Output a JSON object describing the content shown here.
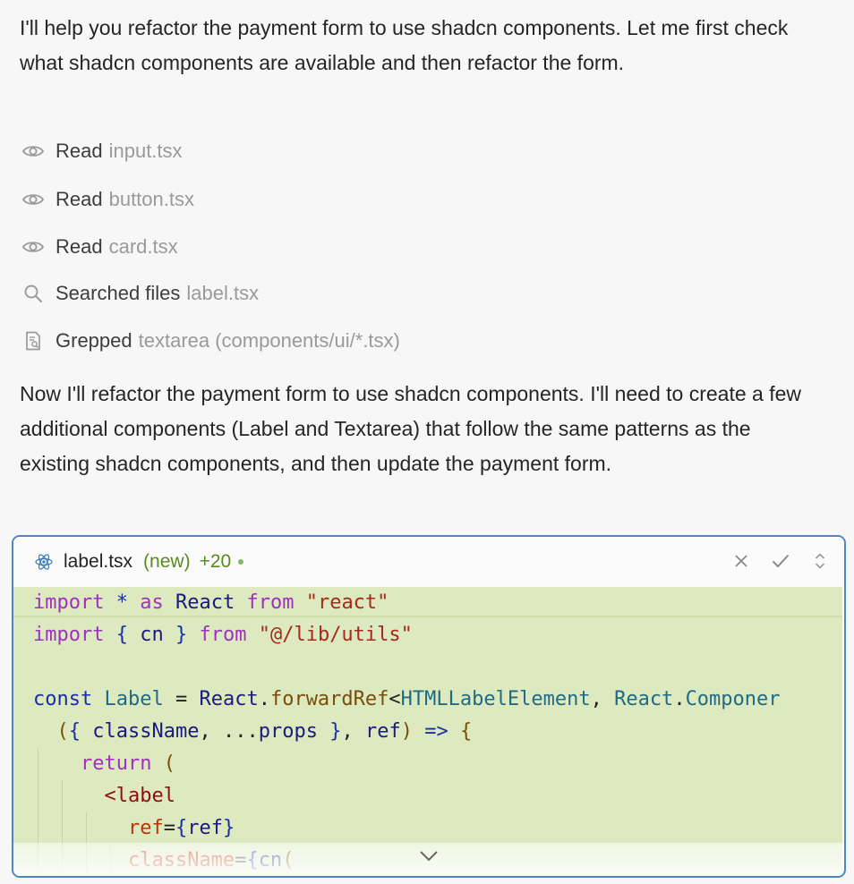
{
  "messages": {
    "intro": "I'll help you refactor the payment form to use shadcn components. Let me first check what shadcn components are available and then refactor the form.",
    "followup": "Now I'll refactor the payment form to use shadcn components. I'll need to create a few additional components (Label and Textarea) that follow the same patterns as the existing shadcn components, and then update the payment form."
  },
  "tool_calls": [
    {
      "icon": "eye-icon",
      "verb": "Read",
      "target": "input.tsx"
    },
    {
      "icon": "eye-icon",
      "verb": "Read",
      "target": "button.tsx"
    },
    {
      "icon": "eye-icon",
      "verb": "Read",
      "target": "card.tsx"
    },
    {
      "icon": "search-icon",
      "verb": "Searched files",
      "target": "label.tsx"
    },
    {
      "icon": "document-search-icon",
      "verb": "Grepped",
      "target": "textarea (components/ui/*.tsx)"
    }
  ],
  "editor": {
    "file_name": "label.tsx",
    "status": "(new)",
    "added_lines": "+20",
    "code": {
      "l1": [
        "import",
        "*",
        "as",
        "React",
        "from",
        "\"react\""
      ],
      "l2": [
        "import",
        "{",
        "cn",
        "}",
        "from",
        "\"@/lib/utils\""
      ],
      "l4": [
        "const",
        "Label",
        "=",
        "React",
        ".",
        "forwardRef",
        "<",
        "HTMLLabelElement",
        ",",
        "React",
        ".",
        "Componer"
      ],
      "l5": [
        "(",
        "{",
        "className",
        ", ",
        "...",
        "props",
        "}",
        ", ",
        "ref",
        ")",
        "=>",
        "{"
      ],
      "l6": [
        "return",
        "("
      ],
      "l7": [
        "<label"
      ],
      "l8": [
        "ref",
        "=",
        "{",
        "ref",
        "}"
      ],
      "l9": [
        "className",
        "=",
        "{",
        "cn",
        "("
      ]
    }
  },
  "colors": {
    "added_line_bg": "#dde9be",
    "editor_border": "#4d86c8",
    "added_text": "#5a8a1e"
  }
}
